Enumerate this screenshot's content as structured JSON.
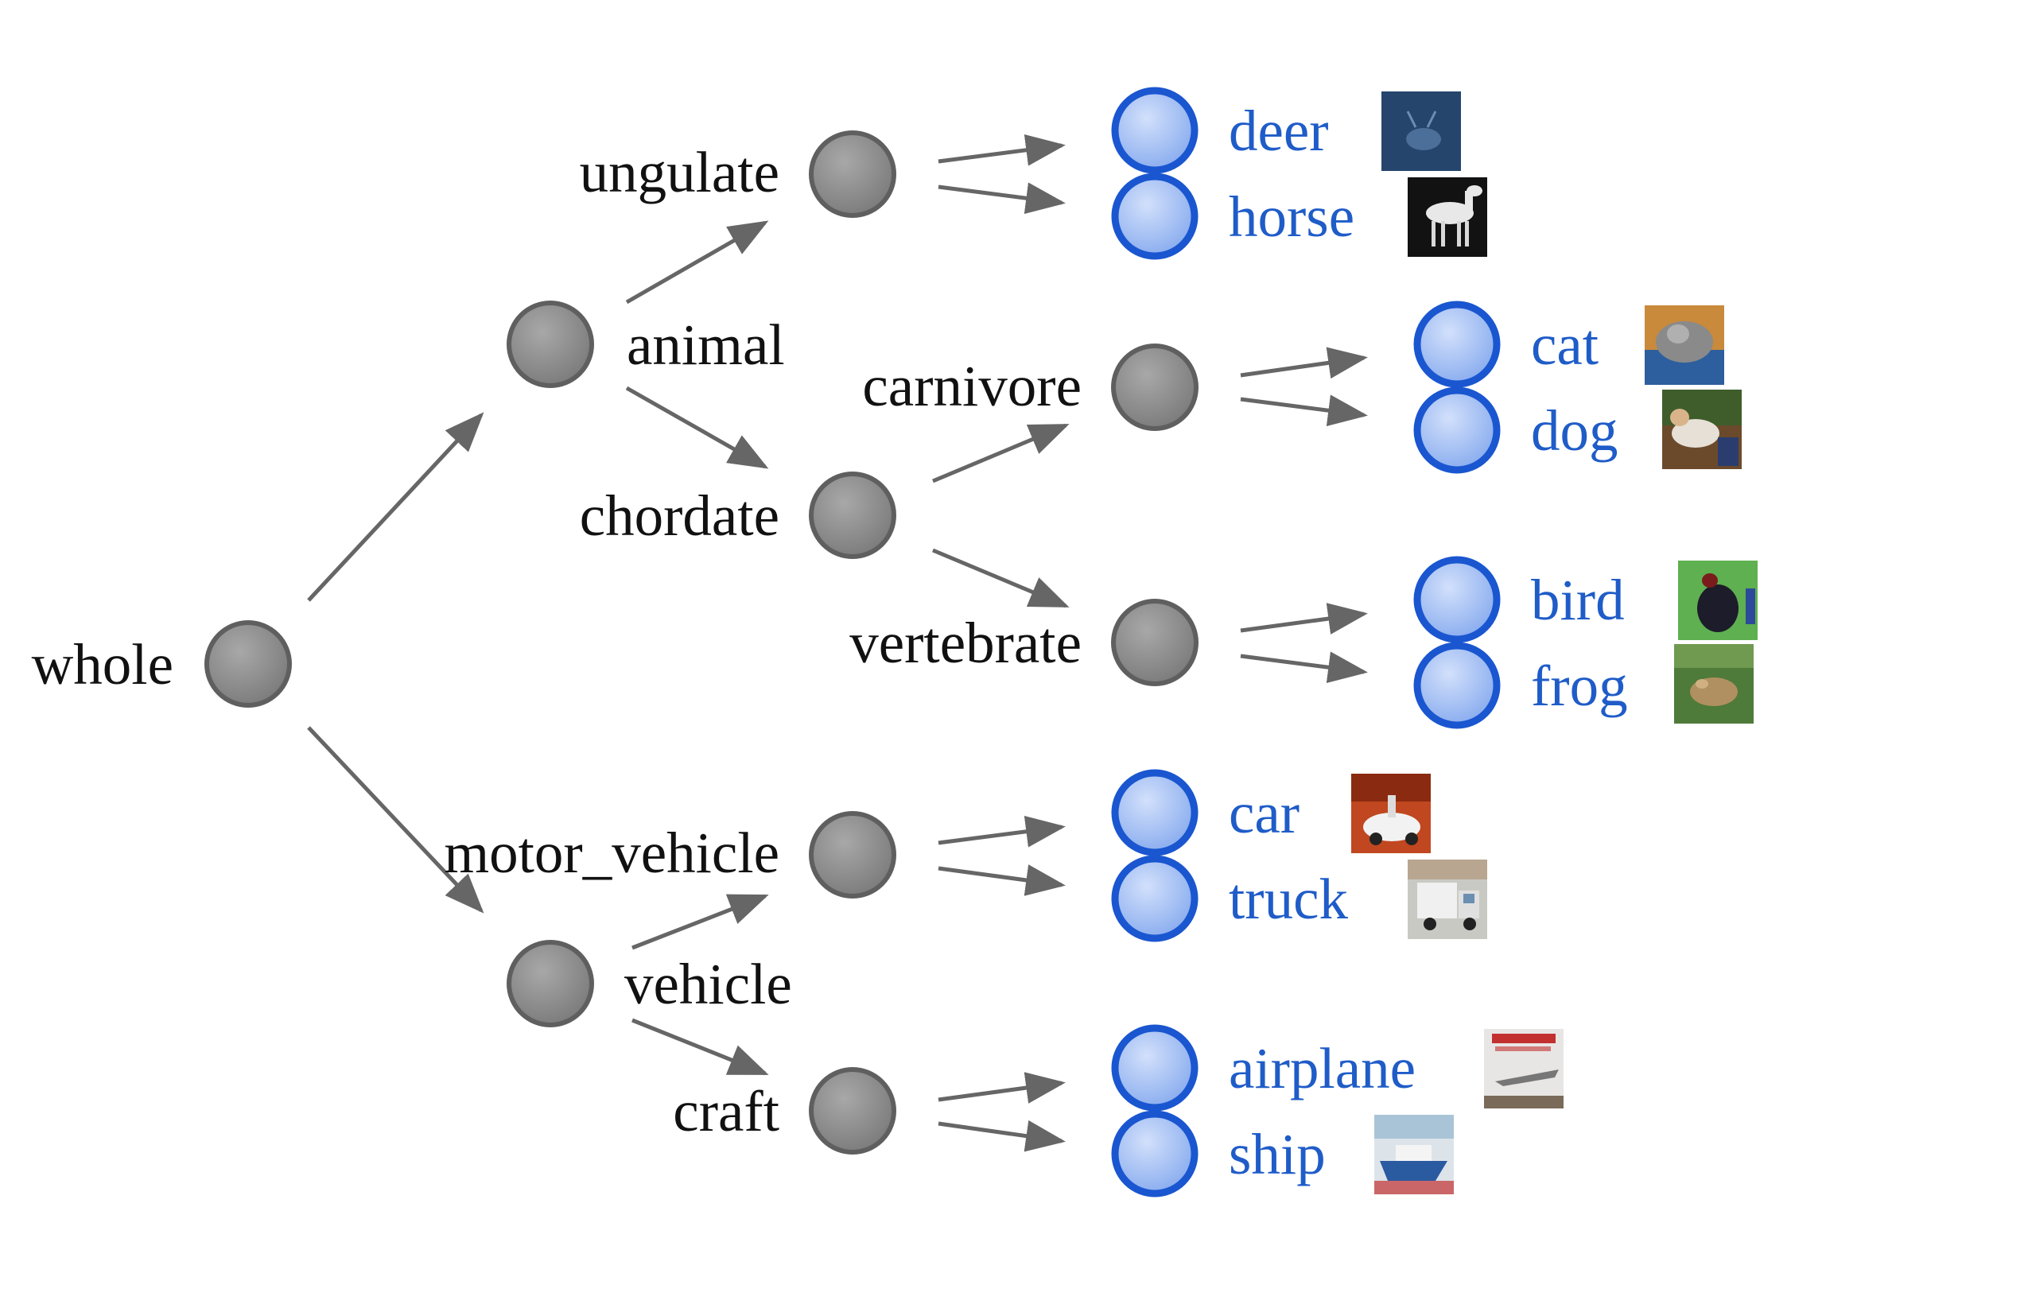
{
  "nodes": {
    "whole": "whole",
    "animal": "animal",
    "vehicle": "vehicle",
    "ungulate": "ungulate",
    "chordate": "chordate",
    "carnivore": "carnivore",
    "vertebrate": "vertebrate",
    "motor_vehicle": "motor_vehicle",
    "craft": "craft"
  },
  "leaves": {
    "deer": "deer",
    "horse": "horse",
    "cat": "cat",
    "dog": "dog",
    "bird": "bird",
    "frog": "frog",
    "car": "car",
    "truck": "truck",
    "airplane": "airplane",
    "ship": "ship"
  },
  "edges": [
    [
      "whole",
      "animal"
    ],
    [
      "whole",
      "vehicle"
    ],
    [
      "animal",
      "ungulate"
    ],
    [
      "animal",
      "chordate"
    ],
    [
      "chordate",
      "carnivore"
    ],
    [
      "chordate",
      "vertebrate"
    ],
    [
      "vehicle",
      "motor_vehicle"
    ],
    [
      "vehicle",
      "craft"
    ],
    [
      "ungulate",
      "deer"
    ],
    [
      "ungulate",
      "horse"
    ],
    [
      "carnivore",
      "cat"
    ],
    [
      "carnivore",
      "dog"
    ],
    [
      "vertebrate",
      "bird"
    ],
    [
      "vertebrate",
      "frog"
    ],
    [
      "motor_vehicle",
      "car"
    ],
    [
      "motor_vehicle",
      "truck"
    ],
    [
      "craft",
      "airplane"
    ],
    [
      "craft",
      "ship"
    ]
  ],
  "colors": {
    "internal_node": "#8a8a8a",
    "leaf_node": "#9fbcf2",
    "leaf_stroke": "#1a56d0",
    "leaf_text": "#1f5cc8",
    "edge": "#666666"
  }
}
